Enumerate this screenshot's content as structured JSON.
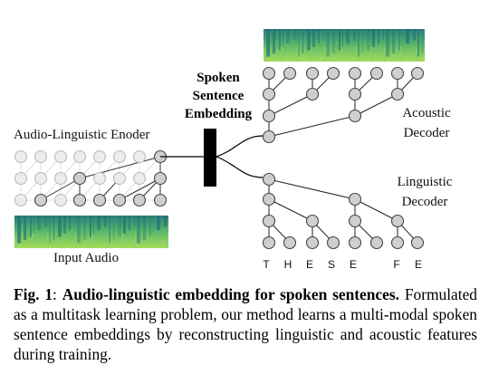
{
  "figure": {
    "encoder_label": "Audio-Linguistic Enoder",
    "input_label": "Input Audio",
    "embedding_label_lines": [
      "Spoken",
      "Sentence",
      "Embedding"
    ],
    "acoustic_decoder_lines": [
      "Acoustic",
      "Decoder"
    ],
    "linguistic_decoder_lines": [
      "Linguistic",
      "Decoder"
    ],
    "output_characters": [
      "T",
      "H",
      "E",
      "S",
      "E",
      "",
      "F",
      "E"
    ],
    "colors": {
      "node_fill": "#cfcfcf",
      "node_faded": "#ececec",
      "embedding_bar": "#000000",
      "spectrogram_dark": "#1f6f74",
      "spectrogram_light": "#7fd36a"
    }
  },
  "caption": {
    "label": "Fig. 1",
    "separator": ": ",
    "title": "Audio-linguistic embedding for spoken sentences.",
    "body": " Formulated as a multitask learning problem, our method learns a multi-modal spoken sentence embeddings by reconstructing linguistic and acoustic features during training."
  }
}
